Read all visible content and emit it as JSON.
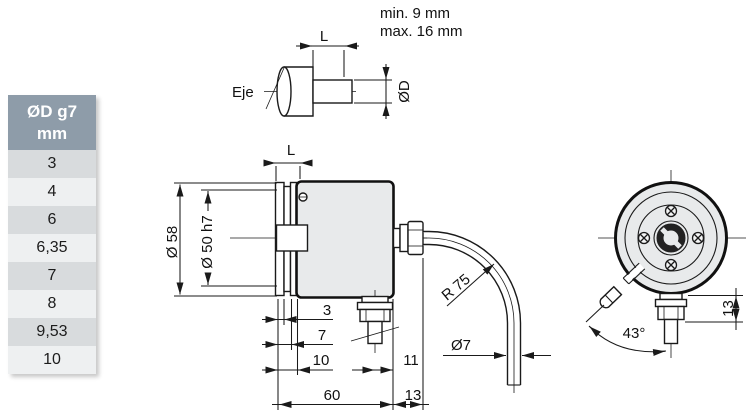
{
  "table": {
    "header_line1": "ØD g7",
    "header_line2": "mm",
    "rows": [
      "3",
      "4",
      "6",
      "6,35",
      "7",
      "8",
      "9,53",
      "10"
    ]
  },
  "shaft_view": {
    "axis_label": "Eje",
    "length_dim": "L",
    "min_note": "min. 9 mm",
    "max_note": "max. 16 mm",
    "diameter_dim": "ØD"
  },
  "side_view": {
    "length_dim": "L",
    "outer_diameter": "Ø 58",
    "pilot_diameter": "Ø 50 h7",
    "dim_3": "3",
    "dim_7": "7",
    "dim_10": "10",
    "dim_11": "11",
    "dim_60": "60",
    "dim_13": "13",
    "cable_radius": "R 75",
    "cable_diameter": "Ø7"
  },
  "front_view": {
    "gland_angle": "43°",
    "gland_offset": "13"
  },
  "colors": {
    "table_header_bg": "#8e9ca9",
    "table_row_dark": "#d8dbdd",
    "table_row_light": "#eef0f1",
    "body_fill": "#e8eaeb",
    "line": "#1a1a1a"
  }
}
